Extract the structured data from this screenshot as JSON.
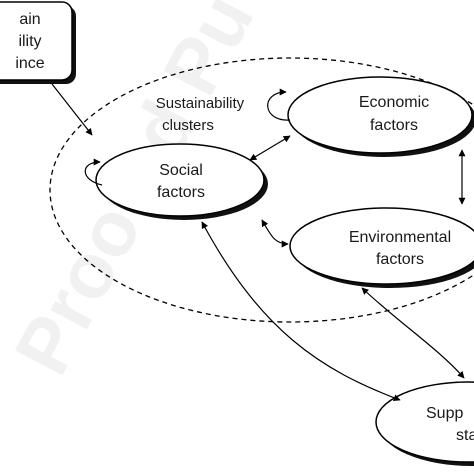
{
  "diagram": {
    "nodes": {
      "chain_box": {
        "lines": [
          "ain",
          "ility",
          "ince"
        ]
      },
      "economic": {
        "lines": [
          "Economic",
          "factors"
        ]
      },
      "social": {
        "lines": [
          "Social",
          "factors"
        ]
      },
      "environmental": {
        "lines": [
          "Environmental",
          "factors"
        ]
      },
      "supply": {
        "lines": [
          "Supp",
          "sta"
        ]
      }
    },
    "cluster_label": {
      "lines": [
        "Sustainability",
        "clusters"
      ]
    },
    "watermark": "Proofed Pu",
    "colors": {
      "ink": "#000000",
      "shadow": "#1a1a1a",
      "fill": "#ffffff"
    }
  }
}
